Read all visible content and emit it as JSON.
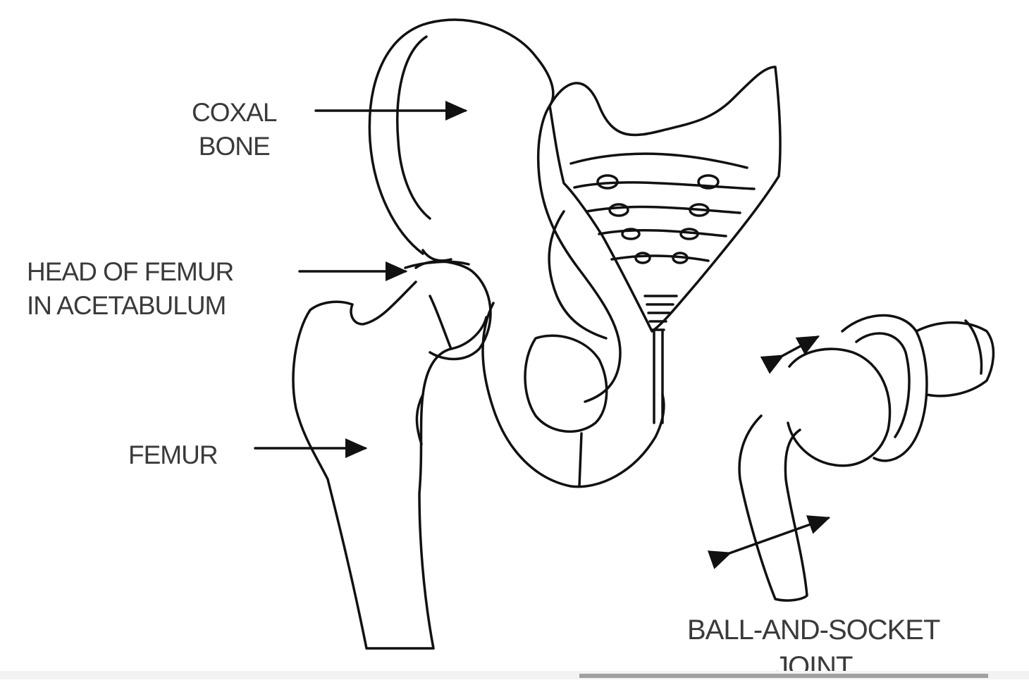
{
  "labels": {
    "coxal_line1": "COXAL",
    "coxal_line2": "BONE",
    "head_line1": "HEAD OF FEMUR",
    "head_line2": "IN ACETABULUM",
    "femur": "FEMUR",
    "joint_line1": "BALL-AND-SOCKET",
    "joint_line2": "JOINT"
  },
  "colors": {
    "line": "#111111",
    "label_text": "#3a3a3a",
    "background": "#ffffff"
  }
}
